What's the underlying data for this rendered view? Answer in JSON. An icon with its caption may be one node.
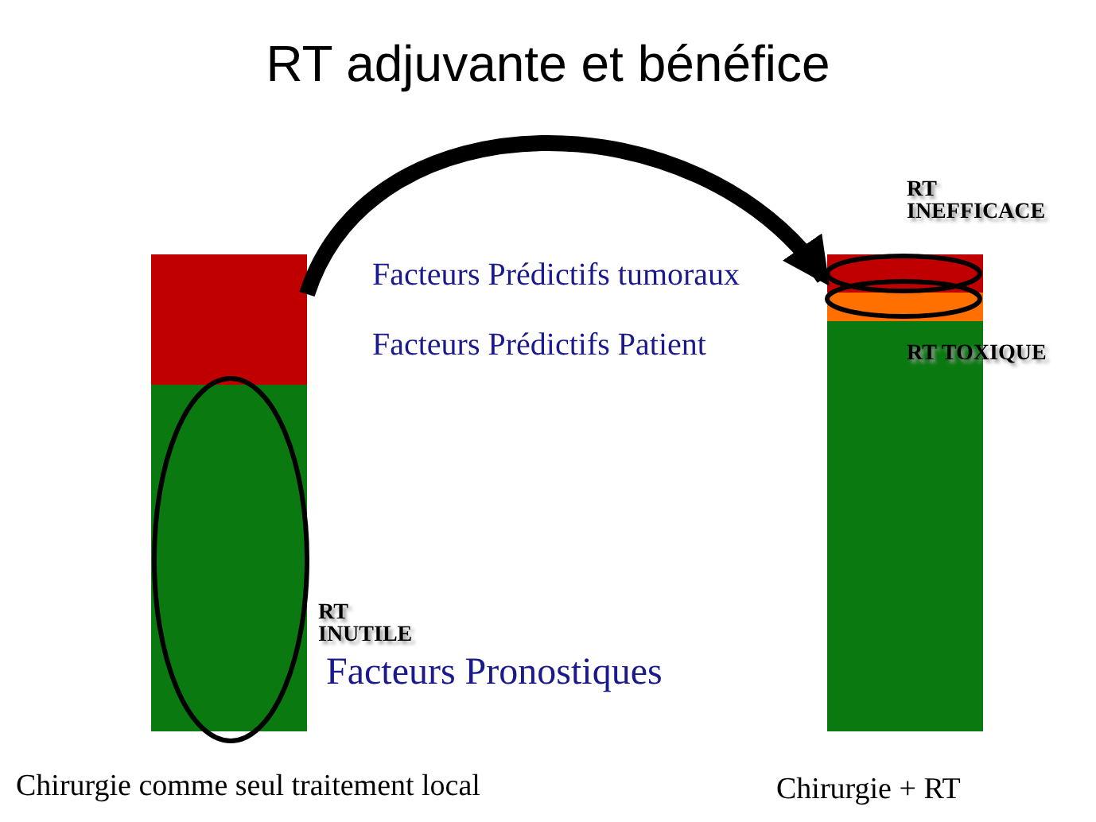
{
  "diagram": {
    "title": "RT adjuvante et bénéfice",
    "nodes": [
      {
        "text": [],
        "shape": "bar",
        "beside": [
          "Chirurgie comme seul traitement local"
        ]
      },
      {
        "text": [],
        "shape": "bar",
        "beside": [
          "Chirurgie + RT"
        ]
      }
    ],
    "edges": [
      {
        "from": 0,
        "to": 1,
        "arrow": "to"
      }
    ],
    "labels": [
      "RT INEFFICACE",
      "Facteurs Prédictifs tumoraux",
      "Facteurs Prédictifs Patient",
      "RT TOXIQUE",
      "RT INUTILE",
      "Facteurs Pronostiques"
    ]
  }
}
